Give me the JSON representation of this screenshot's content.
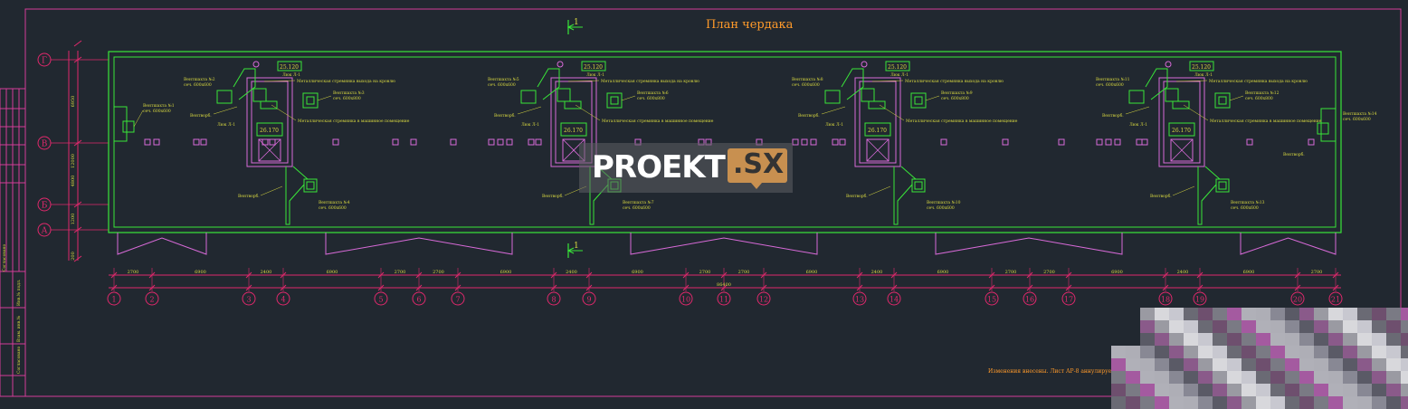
{
  "drawing": {
    "title": "План чердака",
    "section_mark": "1",
    "note": "Изменения внесены. Лист АР-8 аннулируется.",
    "colors": {
      "background": "#212830",
      "frame": "#d43c98",
      "wall": "#39e639",
      "magenta": "#d86ad8",
      "label": "#d8d840",
      "title": "#ff9a2a",
      "dimension": "#e0286c"
    }
  },
  "row_axes": {
    "labels": [
      "Г",
      "В",
      "Б",
      "А"
    ],
    "dims": [
      "6950",
      "12000",
      "4800",
      "1200",
      "200"
    ]
  },
  "column_axes": {
    "labels": [
      "1",
      "2",
      "3",
      "4",
      "5",
      "6",
      "7",
      "8",
      "9",
      "10",
      "11",
      "12",
      "13",
      "14",
      "15",
      "16",
      "17",
      "18",
      "19",
      "20",
      "21"
    ],
    "spacings": [
      "2700",
      "6900",
      "2400",
      "6900",
      "2700",
      "2700",
      "6900",
      "2400",
      "6900",
      "2700",
      "2700",
      "6900",
      "2400",
      "6900",
      "2700",
      "2700",
      "6900",
      "2400",
      "6900",
      "2700"
    ],
    "total": "86400"
  },
  "sections": [
    {
      "elev_top": "25.120",
      "elev_mid": "26.170",
      "hatch": "Люк Л-1",
      "vent_a": "Вентшахта №2",
      "vent_a_size": "сеч. 600х600",
      "vent_b": "Вентшахта №3",
      "vent_b_size": "сеч. 600х800",
      "vent_c": "Вентшахта №4",
      "vent_c_size": "сеч. 600х600",
      "ladder_roof": "Металлическая стремянка выхода на кровлю",
      "ladder_machine": "Металлическая стремянка в машинное помещение",
      "duct": "Вентворб.",
      "duct_low": "Вентворб."
    },
    {
      "elev_top": "25.120",
      "elev_mid": "26.170",
      "hatch": "Люк Л-1",
      "vent_a": "Вентшахта №5",
      "vent_a_size": "сеч. 600х600",
      "vent_b": "Вентшахта №6",
      "vent_b_size": "сеч. 600х800",
      "vent_c": "Вентшахта №7",
      "vent_c_size": "сеч. 600х600",
      "ladder_roof": "Металлическая стремянка выхода на кровлю",
      "ladder_machine": "Металлическая стремянка в машинное помещение",
      "duct": "Вентворб.",
      "duct_low": "Вентворб."
    },
    {
      "elev_top": "25.120",
      "elev_mid": "26.170",
      "hatch": "Люк Л-1",
      "vent_a": "Вентшахта №8",
      "vent_a_size": "сеч. 600х600",
      "vent_b": "Вентшахта №9",
      "vent_b_size": "сеч. 600х800",
      "vent_c": "Вентшахта №10",
      "vent_c_size": "сеч. 600х600",
      "ladder_roof": "Металлическая стремянка выхода на кровлю",
      "ladder_machine": "Металлическая стремянка в машинное помещение",
      "duct": "Вентворб.",
      "duct_low": "Вентворб."
    },
    {
      "elev_top": "25.120",
      "elev_mid": "26.170",
      "hatch": "Люк Л-1",
      "vent_a": "Вентшахта №11",
      "vent_a_size": "сеч. 600х600",
      "vent_b": "Вентшахта №12",
      "vent_b_size": "сеч. 600х800",
      "vent_c": "Вентшахта №13",
      "vent_c_size": "сеч. 600х600",
      "ladder_roof": "Металлическая стремянка выхода на кровлю",
      "ladder_machine": "Металлическая стремянка в машинное помещение",
      "duct": "Вентворб.",
      "duct_low": "Вентворб."
    }
  ],
  "end_vents": {
    "left": {
      "name": "Вентшахта №1",
      "size": "сеч. 600х600"
    },
    "right": {
      "name": "Вентшахта №14",
      "size": "сеч. 600х600",
      "duct": "Вентворб."
    }
  },
  "title_block": [
    "Изм. Кол.уч.",
    "Лист",
    "№ док.",
    "Подп.",
    "Дата",
    "Инв.№ подл.",
    "Взам. инв.№",
    "Согласовано"
  ],
  "watermark": {
    "word": "PROEKT",
    "domain": ".SX"
  }
}
